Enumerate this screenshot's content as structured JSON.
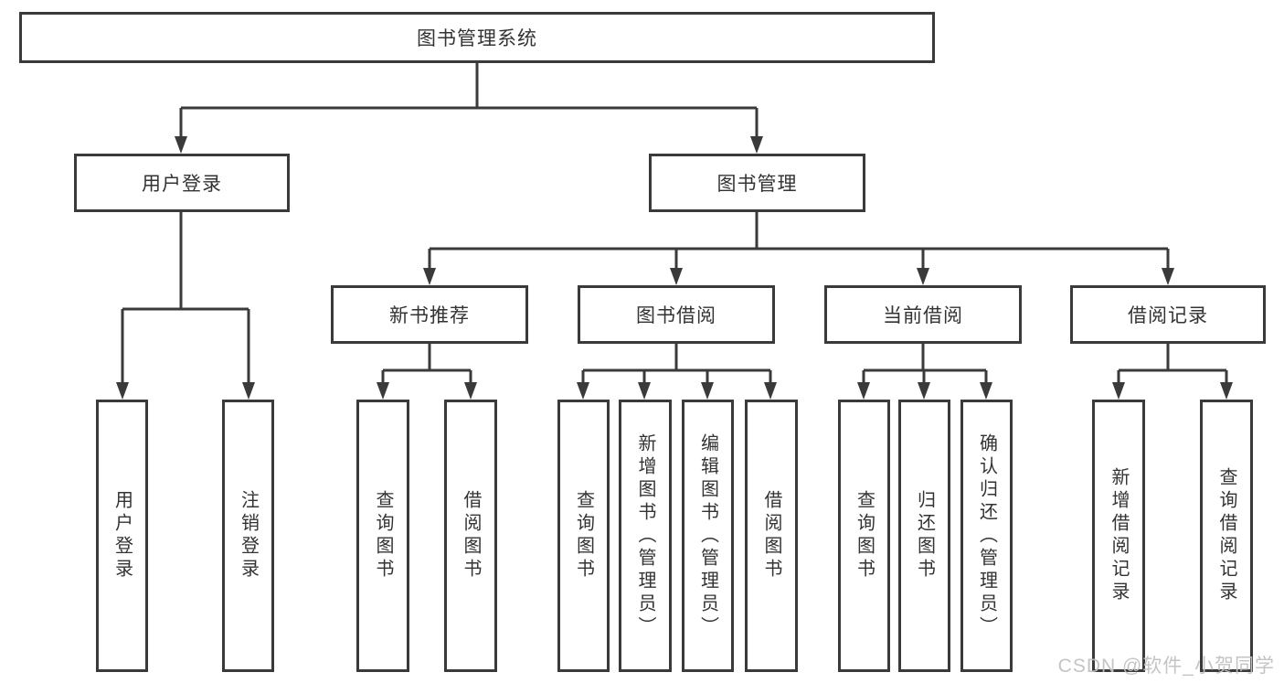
{
  "diagram": {
    "root": {
      "label": "图书管理系统",
      "children": [
        {
          "label": "用户登录",
          "children": [
            {
              "label": "用户登录"
            },
            {
              "label": "注销登录"
            }
          ]
        },
        {
          "label": "图书管理",
          "children": [
            {
              "label": "新书推荐",
              "children": [
                {
                  "label": "查询图书"
                },
                {
                  "label": "借阅图书"
                }
              ]
            },
            {
              "label": "图书借阅",
              "children": [
                {
                  "label": "查询图书"
                },
                {
                  "label": "新增图书（管理员）"
                },
                {
                  "label": "编辑图书（管理员）"
                },
                {
                  "label": "借阅图书"
                }
              ]
            },
            {
              "label": "当前借阅",
              "children": [
                {
                  "label": "查询图书"
                },
                {
                  "label": "归还图书"
                },
                {
                  "label": "确认归还（管理员）"
                }
              ]
            },
            {
              "label": "借阅记录",
              "children": [
                {
                  "label": "新增借阅记录"
                },
                {
                  "label": "查询借阅记录"
                }
              ]
            }
          ]
        }
      ]
    },
    "colors": {
      "line": "#3a3a3a",
      "text": "#333333",
      "watermark": "#c1c1c1"
    }
  },
  "watermark": {
    "text": "CSDN @软件_小贺同学"
  }
}
